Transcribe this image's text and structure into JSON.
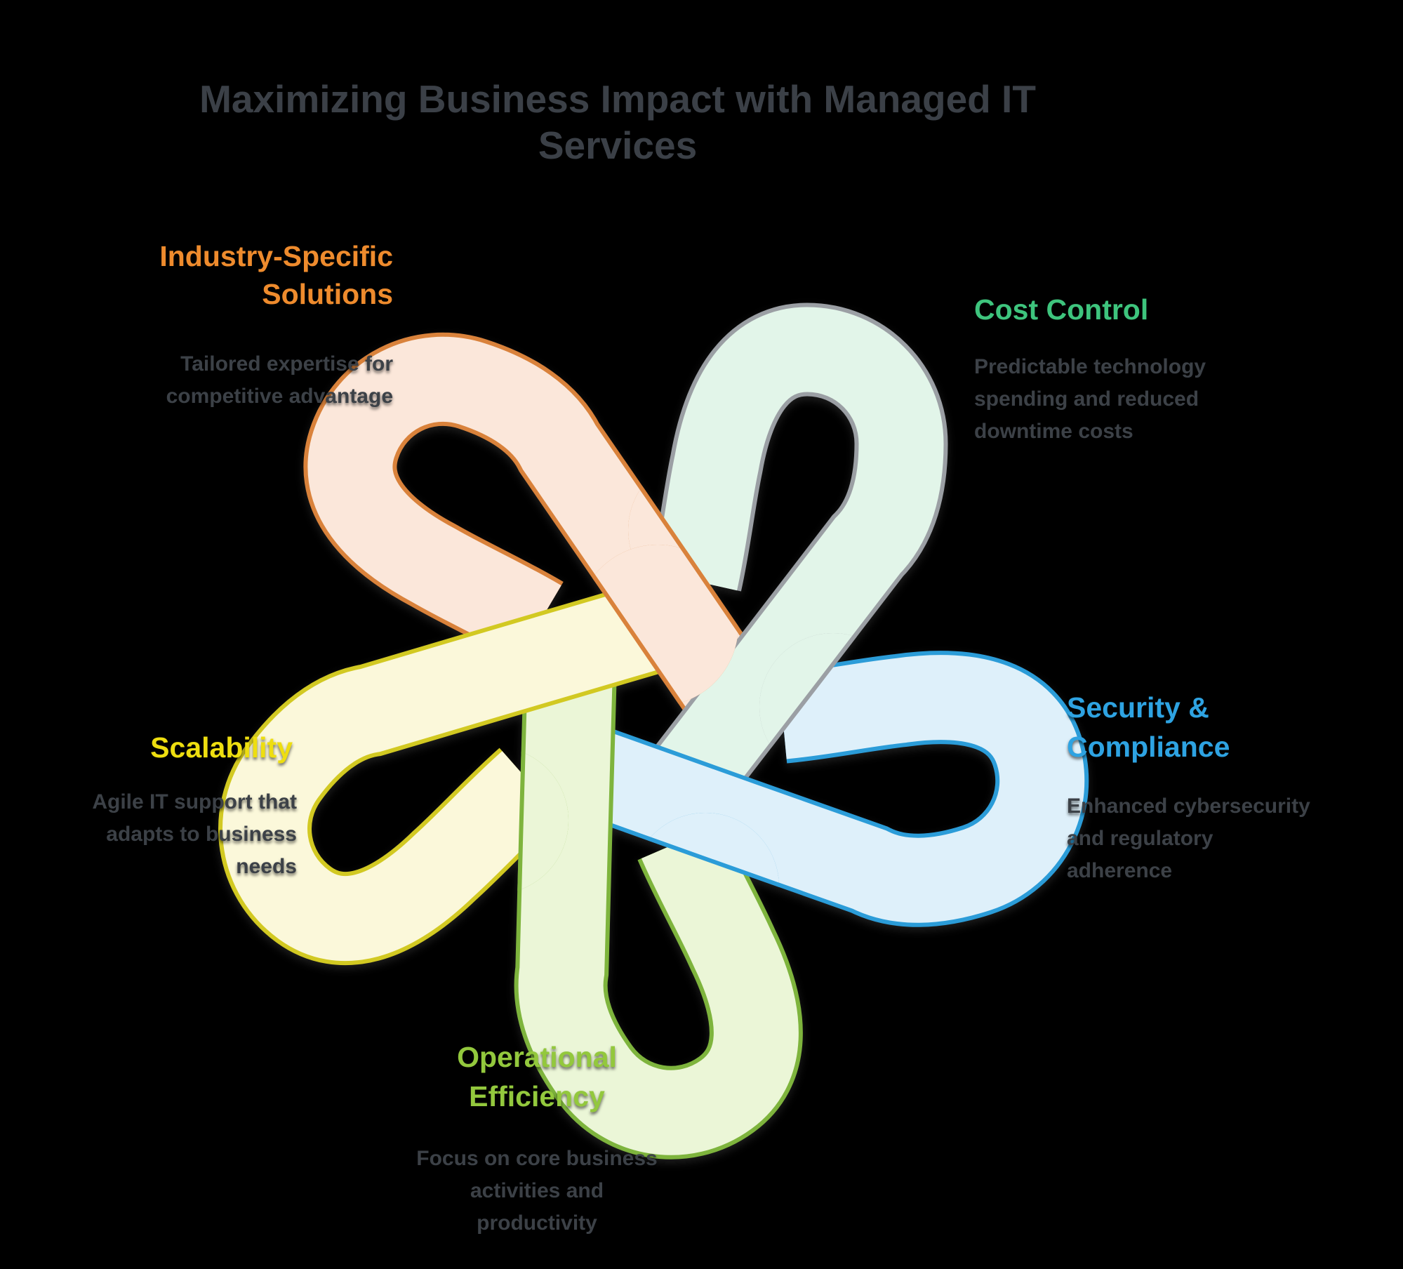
{
  "title": {
    "line1": "Maximizing Business Impact with Managed IT",
    "line2": "Services"
  },
  "sections": {
    "industry": {
      "heading1": "Industry-Specific",
      "heading2": "Solutions",
      "desc1": "Tailored expertise for",
      "desc2": "competitive advantage",
      "color": "#ee8b2d"
    },
    "cost": {
      "heading1": "Cost Control",
      "desc1": "Predictable technology",
      "desc2": "spending and reduced",
      "desc3": "downtime costs",
      "color": "#3ec47d"
    },
    "security": {
      "heading1": "Security &",
      "heading2": "Compliance",
      "desc1": "Enhanced cybersecurity",
      "desc2": "and regulatory",
      "desc3": "adherence",
      "color": "#2ea3e2"
    },
    "operational": {
      "heading1": "Operational",
      "heading2": "Efficiency",
      "desc1": "Focus on core business",
      "desc2": "activities and",
      "desc3": "productivity",
      "color": "#93c83d"
    },
    "scalability": {
      "heading1": "Scalability",
      "desc1": "Agile IT support that",
      "desc2": "adapts to business",
      "desc3": "needs",
      "color": "#eede10"
    }
  },
  "knot": {
    "pieces": [
      {
        "name": "industry-specific-solutions",
        "fill": "#fbe7da",
        "edge": "#d9823b"
      },
      {
        "name": "cost-control",
        "fill": "#e2f5e9",
        "edge": "#9b9fa4"
      },
      {
        "name": "security-compliance",
        "fill": "#def0fa",
        "edge": "#2b9cd8"
      },
      {
        "name": "operational-efficiency",
        "fill": "#ebf6d7",
        "edge": "#7eb43d"
      },
      {
        "name": "scalability",
        "fill": "#fbf8da",
        "edge": "#d2c922"
      }
    ]
  }
}
